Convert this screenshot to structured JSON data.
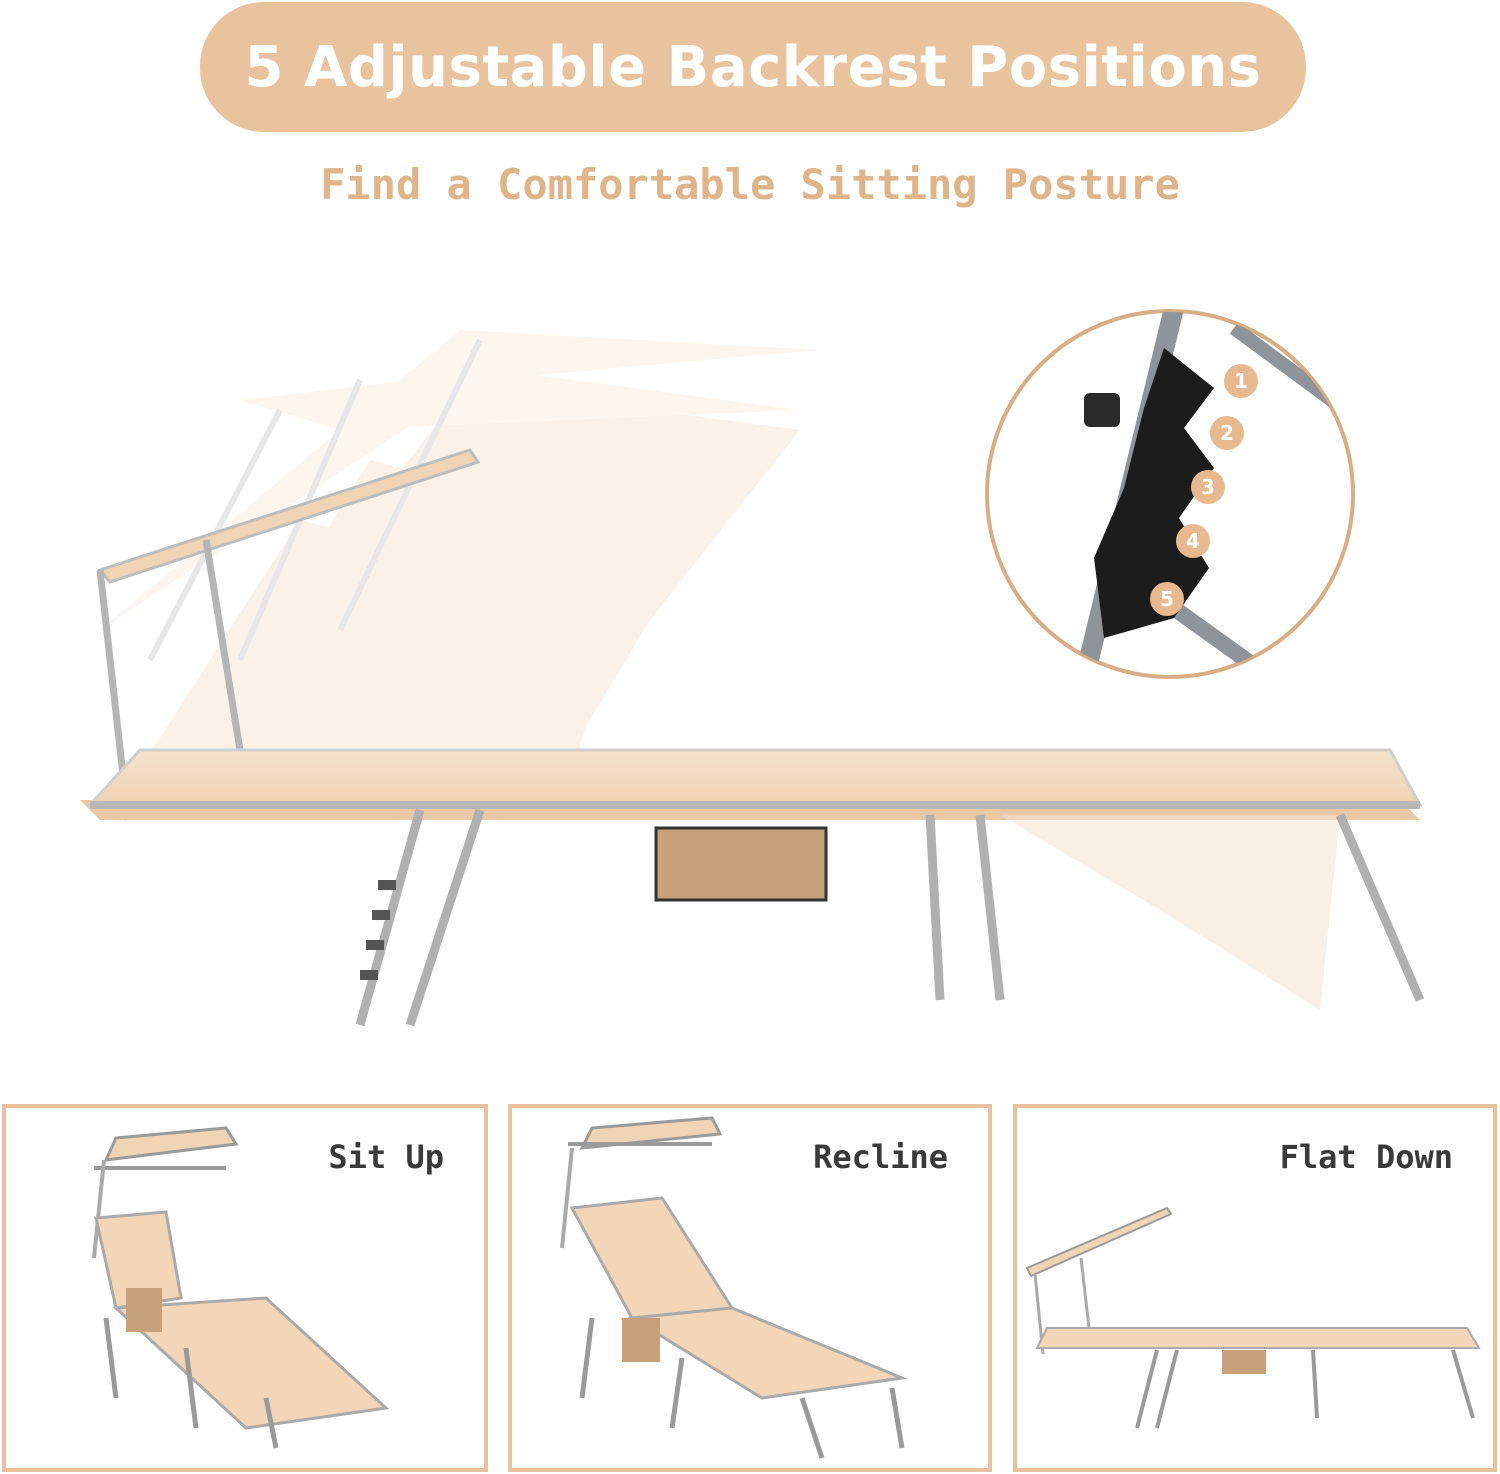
{
  "header": {
    "title": "5 Adjustable Backrest Positions",
    "subtitle": "Find a Comfortable Sitting Posture"
  },
  "detail": {
    "positions": [
      "1",
      "2",
      "3",
      "4",
      "5"
    ]
  },
  "modes": [
    {
      "label": "Sit Up"
    },
    {
      "label": "Recline"
    },
    {
      "label": "Flat Down"
    }
  ],
  "colors": {
    "accent": "#e9c39e",
    "subtitle": "#e0b489",
    "fabric": "#f2d8bd",
    "frame": "#c8c8c8",
    "badge": "#e8b98e"
  }
}
